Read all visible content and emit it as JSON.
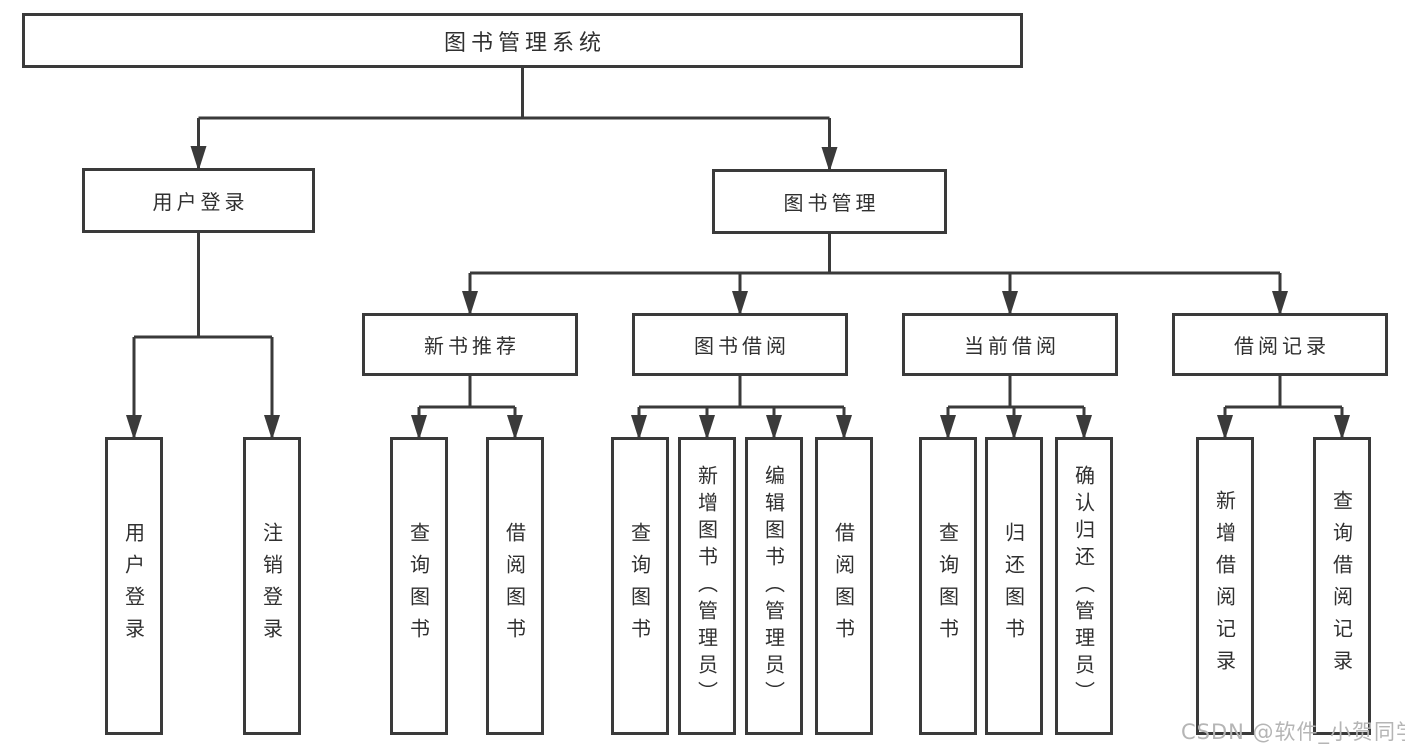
{
  "diagram_type": "hierarchy-tree",
  "colors": {
    "line": "#3a3a3a",
    "box_border": "#3a3a3a",
    "box_fill": "#ffffff",
    "text": "#303030",
    "watermark": "#b5b5b5",
    "background": "#ffffff"
  },
  "tree": {
    "label": "图书管理系统",
    "children": [
      {
        "label": "用户登录",
        "children": [
          {
            "label": "用户登录"
          },
          {
            "label": "注销登录"
          }
        ]
      },
      {
        "label": "图书管理",
        "children": [
          {
            "label": "新书推荐",
            "children": [
              {
                "label": "查询图书"
              },
              {
                "label": "借阅图书"
              }
            ]
          },
          {
            "label": "图书借阅",
            "children": [
              {
                "label": "查询图书"
              },
              {
                "label": "新增图书（管理员）"
              },
              {
                "label": "编辑图书（管理员）"
              },
              {
                "label": "借阅图书"
              }
            ]
          },
          {
            "label": "当前借阅",
            "children": [
              {
                "label": "查询图书"
              },
              {
                "label": "归还图书"
              },
              {
                "label": "确认归还（管理员）"
              }
            ]
          },
          {
            "label": "借阅记录",
            "children": [
              {
                "label": "新增借阅记录"
              },
              {
                "label": "查询借阅记录"
              }
            ]
          }
        ]
      }
    ]
  },
  "watermark": {
    "text": "CSDN @软件_小贺同学"
  }
}
